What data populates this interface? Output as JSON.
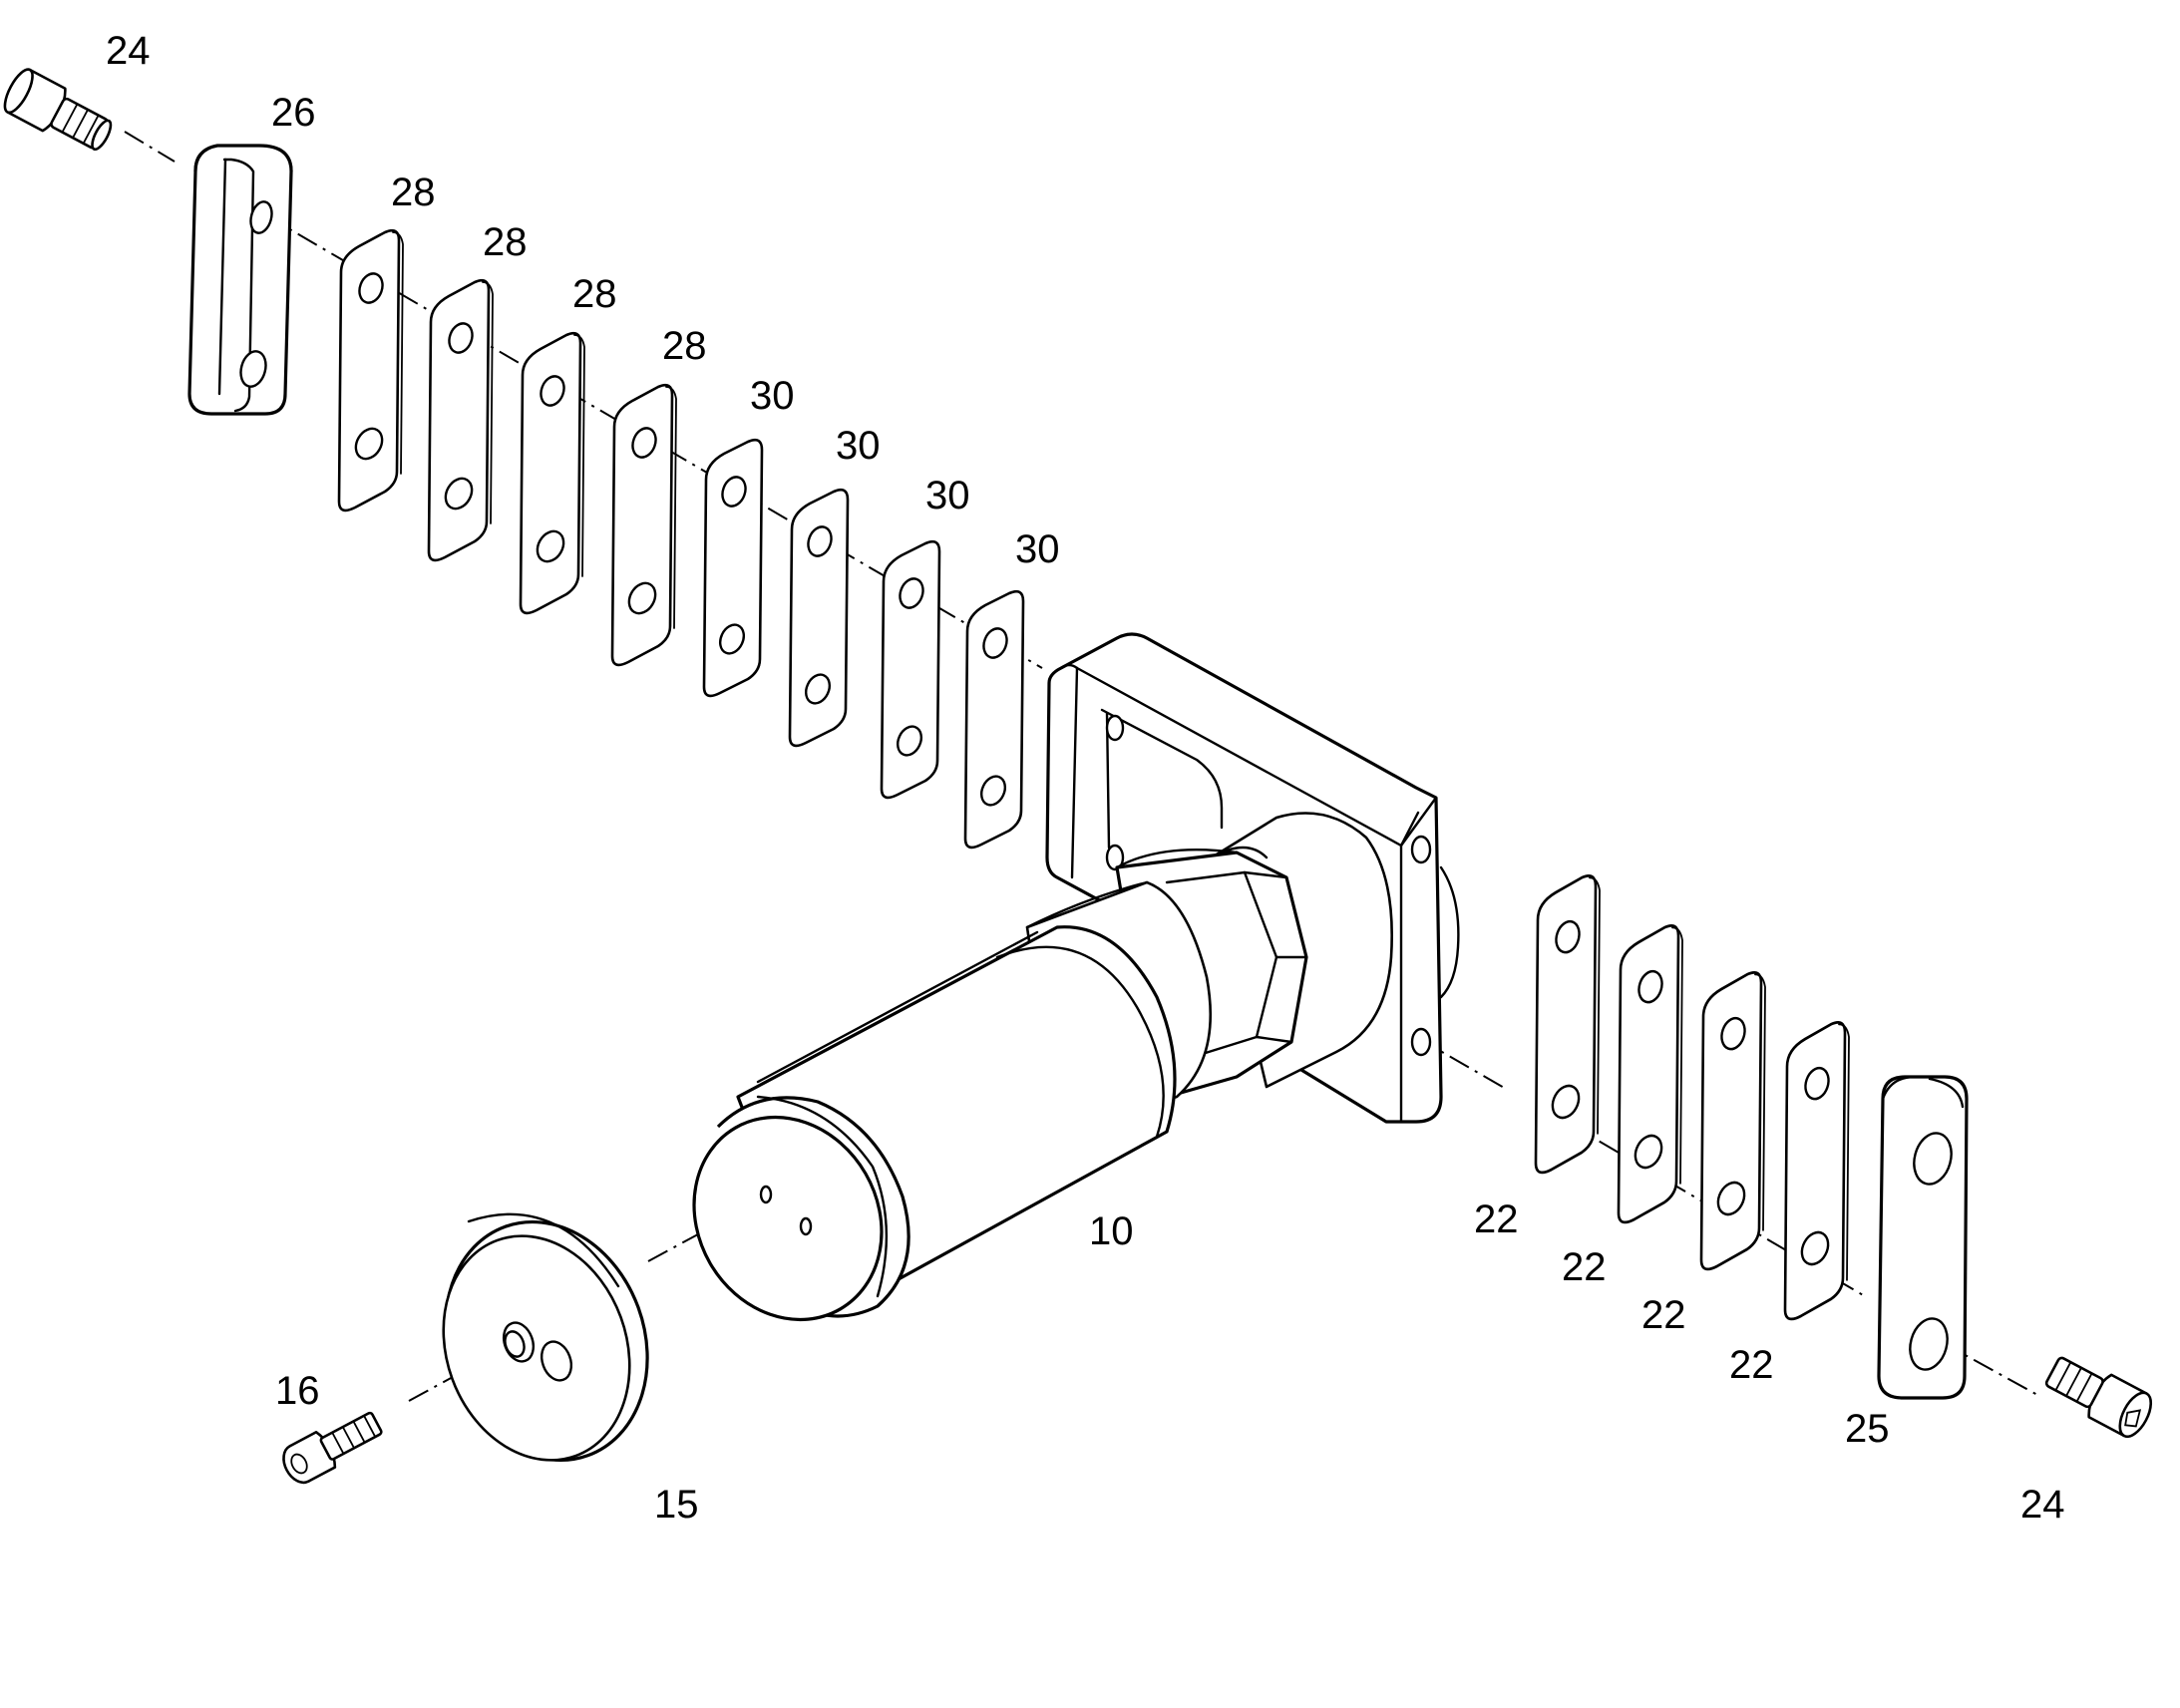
{
  "callouts": {
    "c24_top": "24",
    "c26": "26",
    "c28_a": "28",
    "c28_b": "28",
    "c28_c": "28",
    "c28_d": "28",
    "c30_a": "30",
    "c30_b": "30",
    "c30_c": "30",
    "c30_d": "30",
    "c10": "10",
    "c22_a": "22",
    "c22_b": "22",
    "c22_c": "22",
    "c22_d": "22",
    "c25": "25",
    "c24_bottom": "24",
    "c16": "16",
    "c15": "15"
  },
  "icons": [
    "screw-icon",
    "spacer-block-icon",
    "shim-plate-icon",
    "cylinder-icon",
    "disc-cap-icon"
  ],
  "colors": {
    "line": "#000000",
    "background": "#ffffff"
  }
}
